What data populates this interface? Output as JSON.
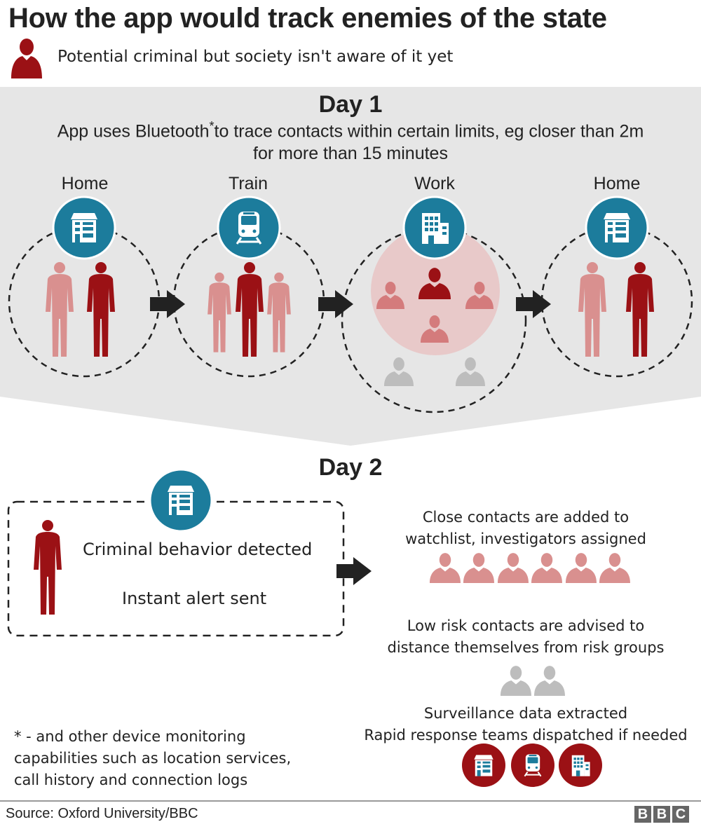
{
  "title": "How the app would track enemies of the state",
  "legend": {
    "text": "Potential criminal but society isn't aware of it yet"
  },
  "day1": {
    "title": "Day 1",
    "description_line1": "App uses Bluetooth",
    "asterisk": "*",
    "description_line1b": "to trace contacts within certain limits, eg closer than 2m",
    "description_line2": "for more than 15 minutes",
    "locations": [
      "Home",
      "Train",
      "Work",
      "Home"
    ]
  },
  "day2": {
    "title": "Day 2",
    "alert_box": {
      "line1": "Criminal behavior detected",
      "line2": "Instant alert sent"
    },
    "outcomes": {
      "close_line1": "Close contacts are added to",
      "close_line2": "watchlist, investigators assigned",
      "low_line1": "Low risk contacts are advised to",
      "low_line2": "distance themselves from risk groups",
      "surv_line1": "Surveillance data extracted",
      "surv_line2": "Rapid response teams dispatched if needed"
    }
  },
  "footnote": {
    "line1": "* - and other device monitoring",
    "line2": "capabilities such as location services,",
    "line3": "call history and connection logs"
  },
  "source": "Source: Oxford University/BBC",
  "logo": [
    "B",
    "B",
    "C"
  ],
  "icons": {
    "home": "house-icon",
    "train": "train-icon",
    "work": "office-building-icon",
    "person": "person-icon",
    "arrow": "arrow-right-icon"
  },
  "colors": {
    "teal": "#1c7c9c",
    "criminal": "#9b1115",
    "contact": "#d9908f",
    "low_risk": "#bdbdbd",
    "band": "#e6e6e6",
    "work_zone": "#e8c9c9",
    "dark": "#222222"
  }
}
